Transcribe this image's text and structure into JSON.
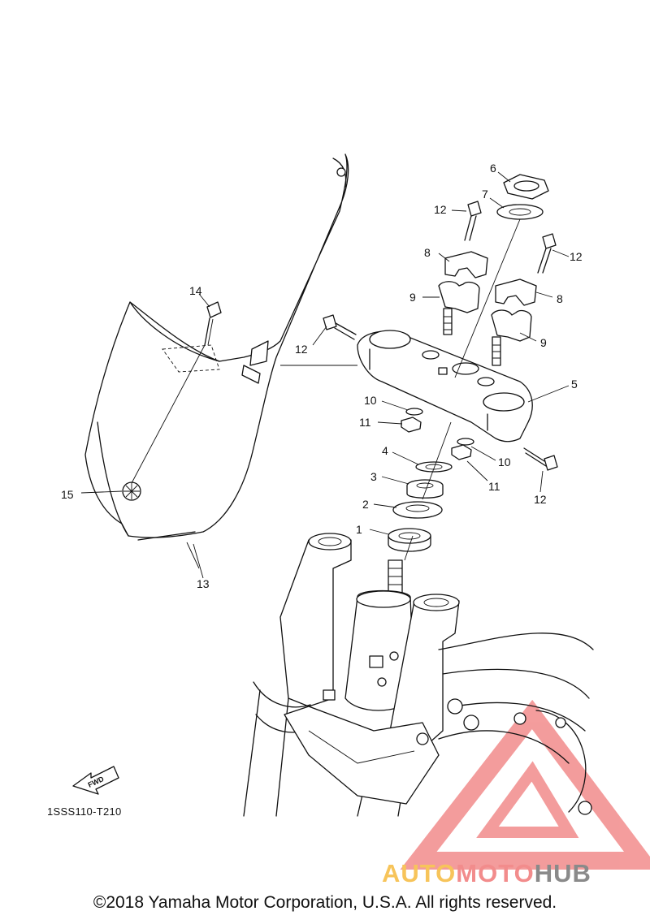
{
  "diagram": {
    "part_code": "1SSS110-T210",
    "fwd_label": "FWD",
    "copyright": "©2018 Yamaha Motor Corporation, U.S.A. All rights reserved.",
    "watermark": {
      "part1": "AUTO",
      "part2": "MOTO",
      "part3": "HUB"
    },
    "callouts": [
      {
        "id": "c1",
        "label": "1"
      },
      {
        "id": "c2",
        "label": "2"
      },
      {
        "id": "c3",
        "label": "3"
      },
      {
        "id": "c4",
        "label": "4"
      },
      {
        "id": "c5",
        "label": "5"
      },
      {
        "id": "c6",
        "label": "6"
      },
      {
        "id": "c7",
        "label": "7"
      },
      {
        "id": "c8a",
        "label": "8"
      },
      {
        "id": "c8b",
        "label": "8"
      },
      {
        "id": "c9a",
        "label": "9"
      },
      {
        "id": "c9b",
        "label": "9"
      },
      {
        "id": "c10a",
        "label": "10"
      },
      {
        "id": "c10b",
        "label": "10"
      },
      {
        "id": "c11a",
        "label": "11"
      },
      {
        "id": "c11b",
        "label": "11"
      },
      {
        "id": "c12a",
        "label": "12"
      },
      {
        "id": "c12b",
        "label": "12"
      },
      {
        "id": "c12c",
        "label": "12"
      },
      {
        "id": "c12d",
        "label": "12"
      },
      {
        "id": "c13",
        "label": "13"
      },
      {
        "id": "c14",
        "label": "14"
      },
      {
        "id": "c15",
        "label": "15"
      }
    ]
  }
}
